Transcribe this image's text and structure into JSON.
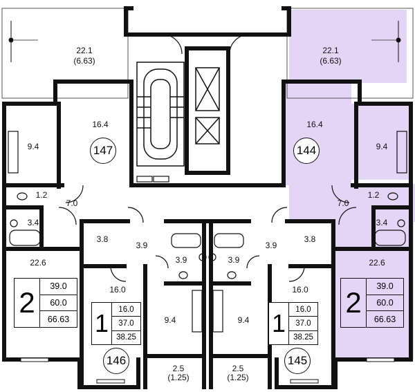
{
  "colors": {
    "wall": "#111111",
    "highlight": "#e4d5f7",
    "background": "#ffffff"
  },
  "apartments": {
    "a147": {
      "number": "147",
      "living": "16.4",
      "kitchen": "9.4",
      "hall": "7.0",
      "wc": "1.2",
      "bath": "3.4",
      "bedroom": "22.6",
      "balcony": "22.1",
      "balcony_reduced": "(6.63)",
      "rooms": "2",
      "living_area": "39.0",
      "total_area": "60.0",
      "total_with_balcony": "66.63"
    },
    "a144": {
      "number": "144",
      "living": "16.4",
      "kitchen": "9.4",
      "hall": "7.0",
      "wc": "1.2",
      "bath": "3.4",
      "bedroom": "22.6",
      "balcony": "22.1",
      "balcony_reduced": "(6.63)",
      "rooms": "2",
      "living_area": "39.0",
      "total_area": "60.0",
      "total_with_balcony": "66.63"
    },
    "a146": {
      "number": "146",
      "room": "16.0",
      "kitchen": "9.4",
      "hall": "3.9",
      "storage": "3.8",
      "bath": "3.9",
      "balcony": "2.5",
      "balcony_reduced": "(1.25)",
      "rooms": "1",
      "living_area": "16.0",
      "total_area": "37.0",
      "total_with_balcony": "38.25"
    },
    "a145": {
      "number": "145",
      "room": "16.0",
      "kitchen": "9.4",
      "hall": "3.9",
      "storage": "3.8",
      "bath": "3.9",
      "balcony": "2.5",
      "balcony_reduced": "(1.25)",
      "rooms": "1",
      "living_area": "16.0",
      "total_area": "37.0",
      "total_with_balcony": "38.25"
    }
  },
  "icons": [
    "bathtub-icon",
    "toilet-icon",
    "sink-icon",
    "stove-icon",
    "door-swing-icon",
    "elevator-icon",
    "staircase-icon",
    "light-fixture-icon"
  ]
}
